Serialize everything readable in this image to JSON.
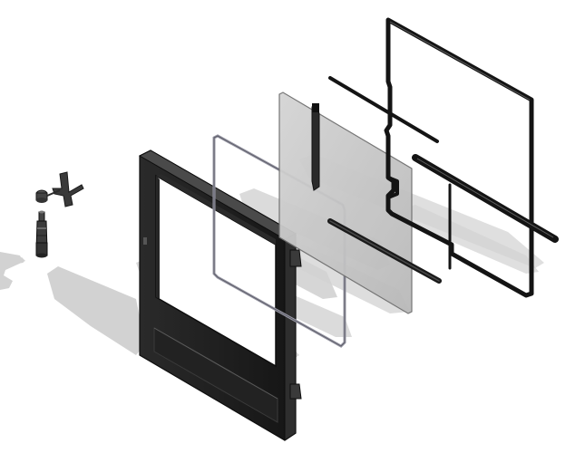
{
  "diagram": {
    "type": "exploded-assembly-view",
    "colors": {
      "background": "#ffffff",
      "shadow": "#d2d2d2",
      "frame_dark": "#1e1e1e",
      "frame_mid": "#3a3a3a",
      "frame_light": "#5a5a5a",
      "panel_fill": "#c9c9c9",
      "panel_edge": "#6f6f6f",
      "glass_edge": "#9a9aa6",
      "wire": "#141414"
    },
    "parts": [
      {
        "name": "hinge-bracket"
      },
      {
        "name": "hinge-pin"
      },
      {
        "name": "door-frame"
      },
      {
        "name": "glass-pane"
      },
      {
        "name": "mesh-panel"
      },
      {
        "name": "retaining-bar"
      },
      {
        "name": "wire-frame"
      },
      {
        "name": "support-rod"
      }
    ]
  }
}
